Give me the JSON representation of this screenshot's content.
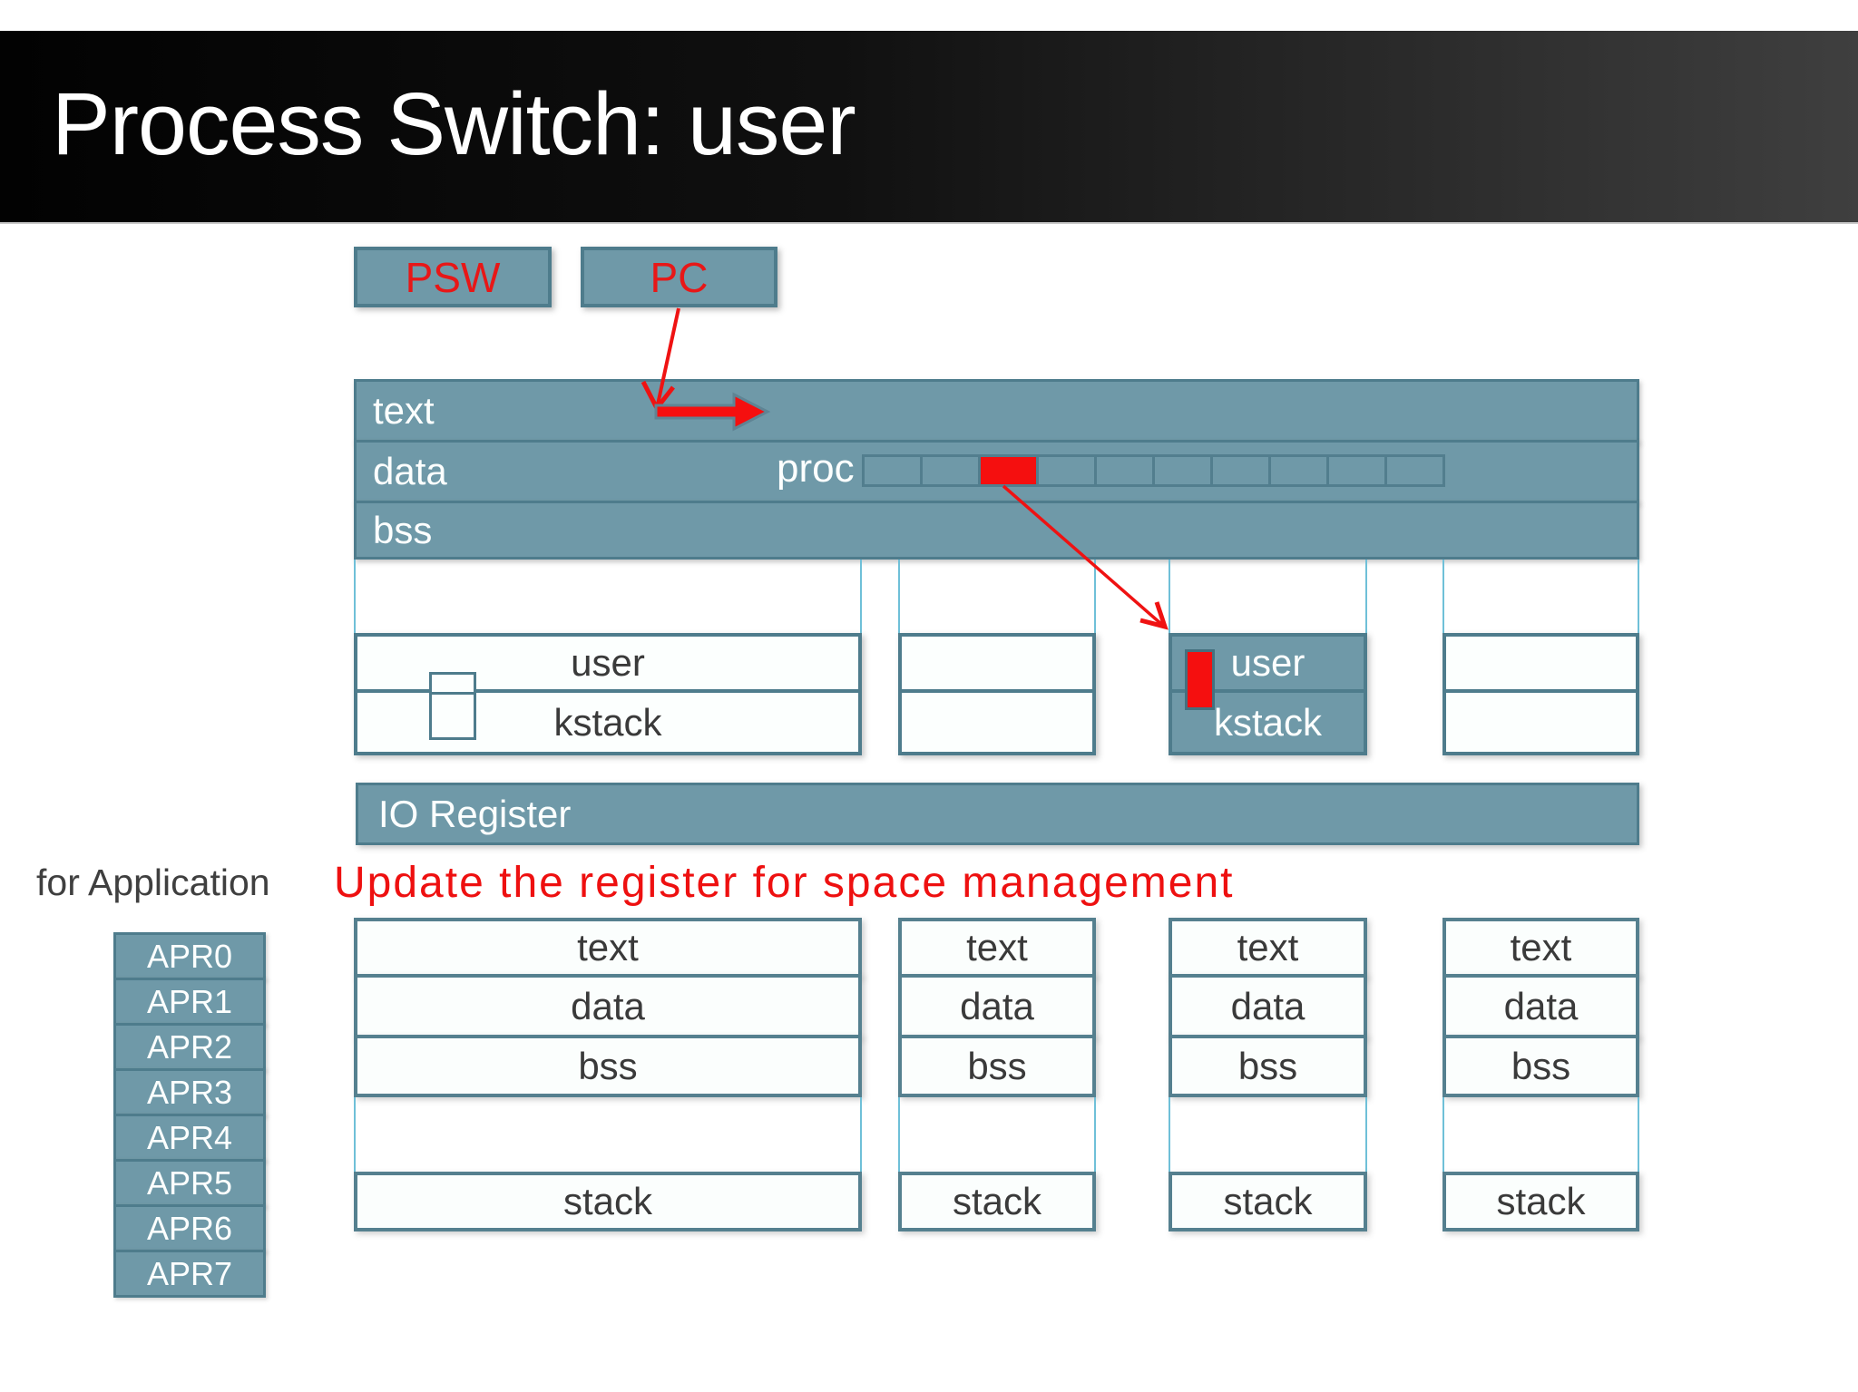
{
  "header": {
    "title": "Process Switch: user"
  },
  "registers": {
    "psw": "PSW",
    "pc": "PC"
  },
  "memory_map": {
    "segments": [
      "text",
      "data",
      "bss"
    ],
    "proc": {
      "label": "proc",
      "cells": 10,
      "highlighted_cell_index": 2
    }
  },
  "process_slots": {
    "slot1": {
      "user": "user",
      "kstack": "kstack"
    },
    "slot3": {
      "user": "user",
      "kstack": "kstack"
    }
  },
  "io_bar": {
    "label": "IO Register"
  },
  "annotations": {
    "for_application": "for Application",
    "update_note": "Update the register for space management"
  },
  "apr": {
    "items": [
      "APR0",
      "APR1",
      "APR2",
      "APR3",
      "APR4",
      "APR5",
      "APR6",
      "APR7"
    ]
  },
  "bottom": {
    "columns": [
      {
        "text": "text",
        "data": "data",
        "bss": "bss",
        "stack": "stack"
      },
      {
        "text": "text",
        "data": "data",
        "bss": "bss",
        "stack": "stack"
      },
      {
        "text": "text",
        "data": "data",
        "bss": "bss",
        "stack": "stack"
      },
      {
        "text": "text",
        "data": "data",
        "bss": "bss",
        "stack": "stack"
      }
    ]
  },
  "colors": {
    "teal_fill": "#6F99A8",
    "teal_border": "#4E7C8C",
    "box_border": "#55808F",
    "highlight_red": "#F20D0D",
    "connector_cyan": "#6FC0D8",
    "title_bg_left": "#020202",
    "title_bg_right": "#3F3F3F"
  }
}
